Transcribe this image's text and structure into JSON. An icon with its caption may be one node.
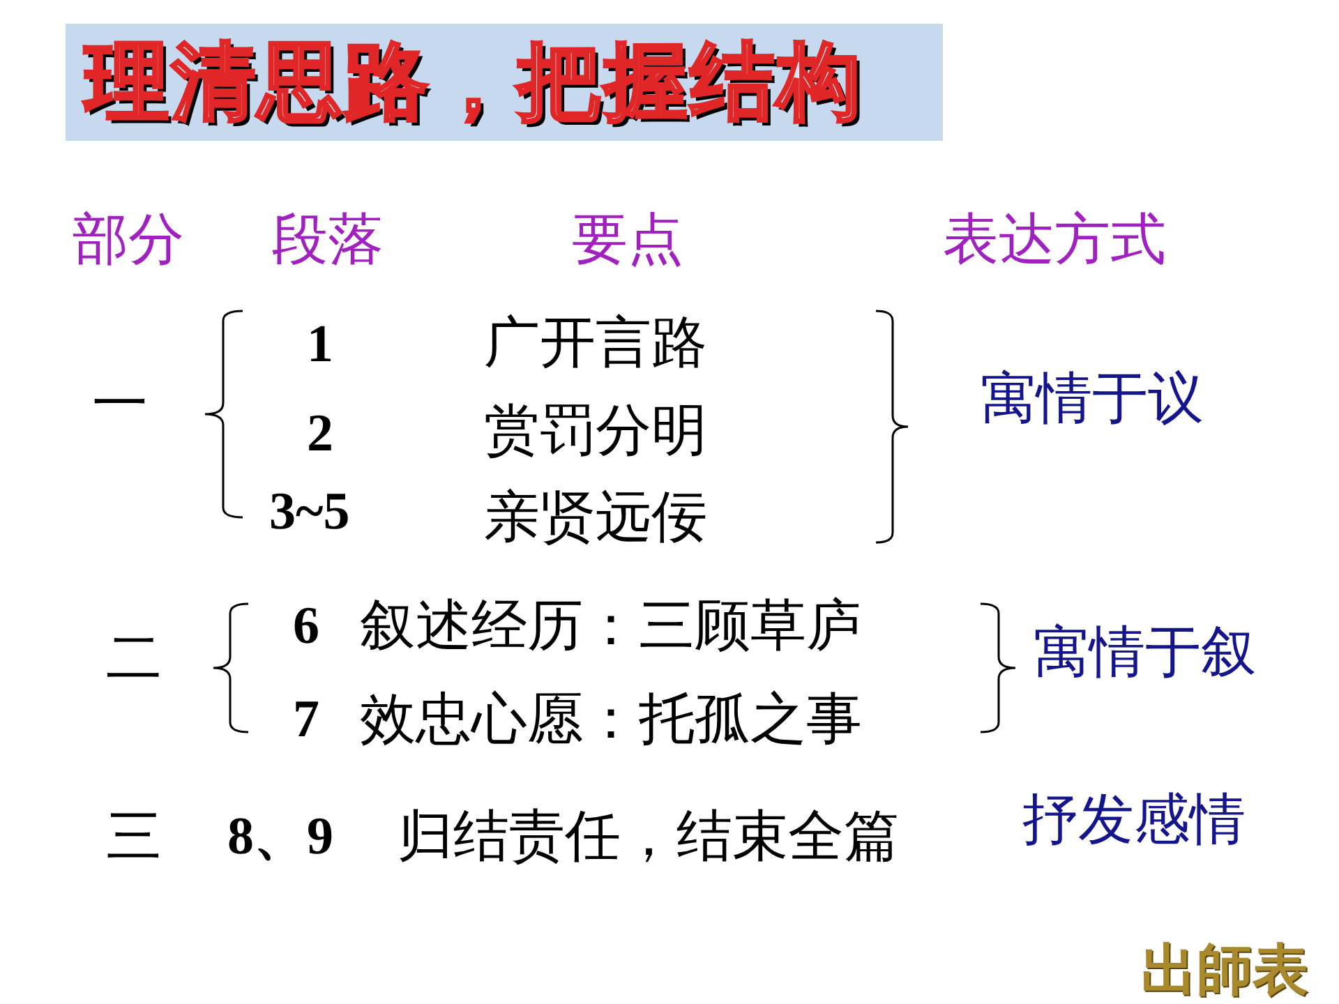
{
  "diagram": {
    "title": "理清思路，把握结构",
    "labels": [
      "部分",
      "段落",
      "要点",
      "表达方式",
      "一",
      "1",
      "广开言路",
      "2",
      "赏罚分明",
      "3~5",
      "亲贤远佞",
      "寓情于议",
      "二",
      "6",
      "叙述经历：三顾草庐",
      "7",
      "效忠心愿：托孤之事",
      "寓情于叙",
      "三",
      "8、9",
      "归结责任，结束全篇",
      "抒发感情",
      "出師表"
    ]
  }
}
